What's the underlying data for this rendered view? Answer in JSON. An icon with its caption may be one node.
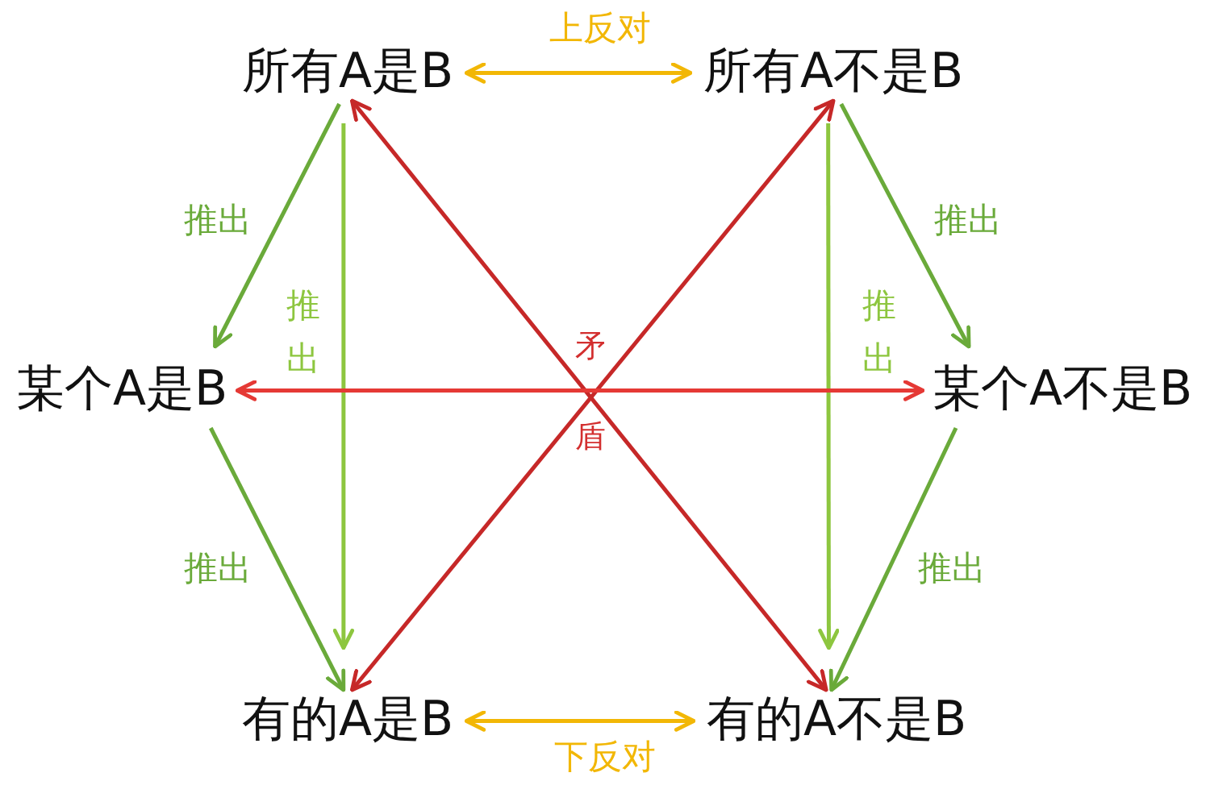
{
  "diagram": {
    "nodes": [
      {
        "text": [
          "所有A是B"
        ]
      },
      {
        "text": [
          "所有A不是B"
        ]
      },
      {
        "text": [
          "某个A是B"
        ]
      },
      {
        "text": [
          "某个A不是B"
        ]
      },
      {
        "text": [
          "有的A是B"
        ]
      },
      {
        "text": [
          "有的A不是B"
        ]
      }
    ],
    "edges": [
      {
        "from": 0,
        "to": 1,
        "arrow": "both",
        "label": "上反对",
        "color": "#f2b705"
      },
      {
        "from": 0,
        "to": 2,
        "arrow": "to",
        "label": "推出"
      },
      {
        "from": 0,
        "to": 4,
        "arrow": "to",
        "label": "推出",
        "color": "#8dc63f"
      },
      {
        "from": 0,
        "to": 5,
        "arrow": "both",
        "color": "#c62828"
      },
      {
        "from": 1,
        "to": 4,
        "arrow": "both",
        "color": "#c62828"
      },
      {
        "from": 1,
        "to": 3,
        "arrow": "to",
        "label": "推出"
      },
      {
        "from": 1,
        "to": 5,
        "arrow": "to",
        "label": "推出",
        "color": "#8dc63f"
      },
      {
        "from": 2,
        "to": 3,
        "arrow": "both",
        "color": "#e53935"
      },
      {
        "from": 2,
        "to": 4,
        "arrow": "to",
        "label": "推出"
      },
      {
        "from": 3,
        "to": 5,
        "arrow": "to",
        "label": "推出"
      },
      {
        "from": 4,
        "to": 5,
        "arrow": "both",
        "label": "下反对",
        "color": "#f2b705"
      }
    ],
    "labels": [
      "矛盾"
    ]
  }
}
